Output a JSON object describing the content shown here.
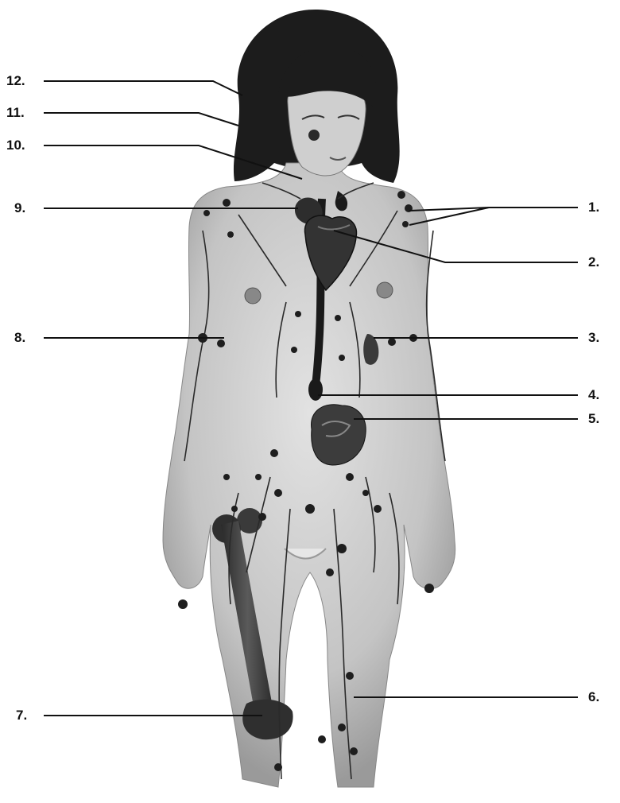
{
  "labels": {
    "l1": "1.",
    "l2": "2.",
    "l3": "3.",
    "l4": "4.",
    "l5": "5.",
    "l6": "6.",
    "l7": "7.",
    "l8": "8.",
    "l9": "9.",
    "l10": "10.",
    "l11": "11.",
    "l12": "12."
  },
  "colors": {
    "skin": "#c8c8c8",
    "hair": "#1c1c1c",
    "organ": "#3a3a3a",
    "vessel": "#1a1a1a",
    "leader": "#111111"
  },
  "icons": [
    "lymphatic-system-figure",
    "heart",
    "spleen",
    "femur-bone",
    "thymus",
    "lymph-nodes"
  ]
}
